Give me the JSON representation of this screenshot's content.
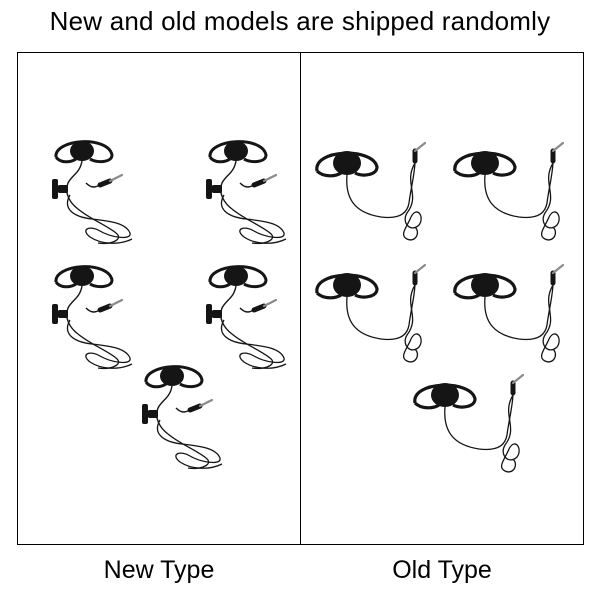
{
  "title": "New and old models are shipped randomly",
  "captions": {
    "new": "New Type",
    "old": "Old Type"
  },
  "colors": {
    "earpiece": "#151515",
    "plug": "#8a8a8a",
    "border": "#000000",
    "background": "#ffffff"
  },
  "panels": [
    {
      "id": "new",
      "item_count": 5
    },
    {
      "id": "old",
      "item_count": 5
    }
  ]
}
